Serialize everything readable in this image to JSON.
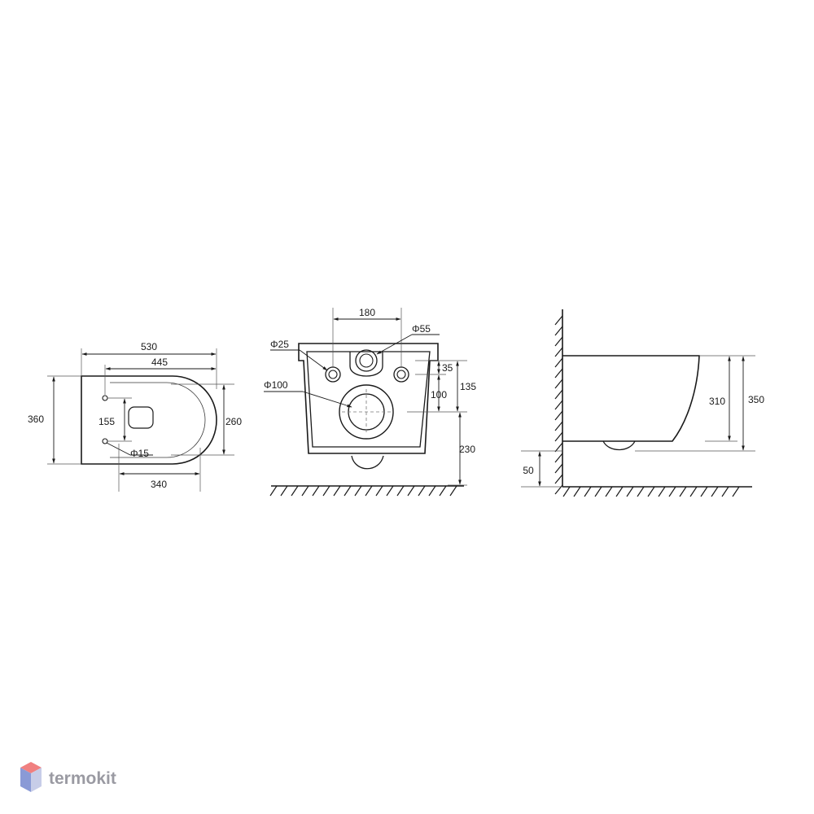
{
  "top_view": {
    "width_total": "530",
    "width_inner": "445",
    "height_total": "360",
    "mount_spacing": "155",
    "mount_hole": "Φ15",
    "seat_depth": "340",
    "bowl_width": "260"
  },
  "front_view": {
    "hole_spacing": "180",
    "outlet_top": "Φ55",
    "inlet_side": "Φ25",
    "outlet_main": "Φ100",
    "dim_35": "35",
    "dim_135": "135",
    "dim_100": "100",
    "floor_clearance": "230"
  },
  "side_view": {
    "dim_310": "310",
    "dim_350": "350",
    "dim_50": "50"
  },
  "watermark": {
    "text": "termokit",
    "colors": [
      "#f08080",
      "#8a9ad6",
      "#c7cde8"
    ]
  }
}
